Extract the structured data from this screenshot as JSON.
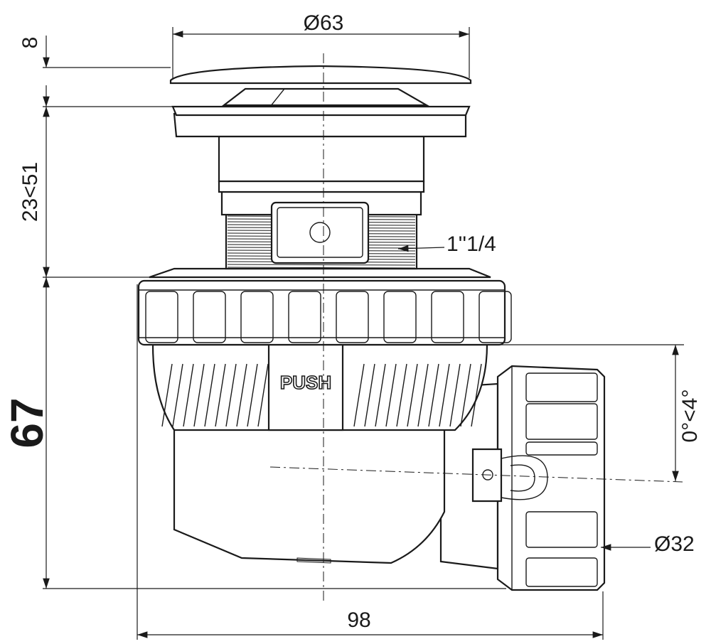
{
  "dimensions": {
    "cap_diameter": "Ø63",
    "cap_height": "8",
    "adjust_range": "23<51",
    "thread": "1''1/4",
    "total_height": "67",
    "tilt_range": "0°<4°",
    "outlet_diameter": "Ø32",
    "total_width": "98"
  },
  "part_label": "PUSH",
  "colors": {
    "line": "#1a1a1a",
    "background": "#ffffff"
  }
}
